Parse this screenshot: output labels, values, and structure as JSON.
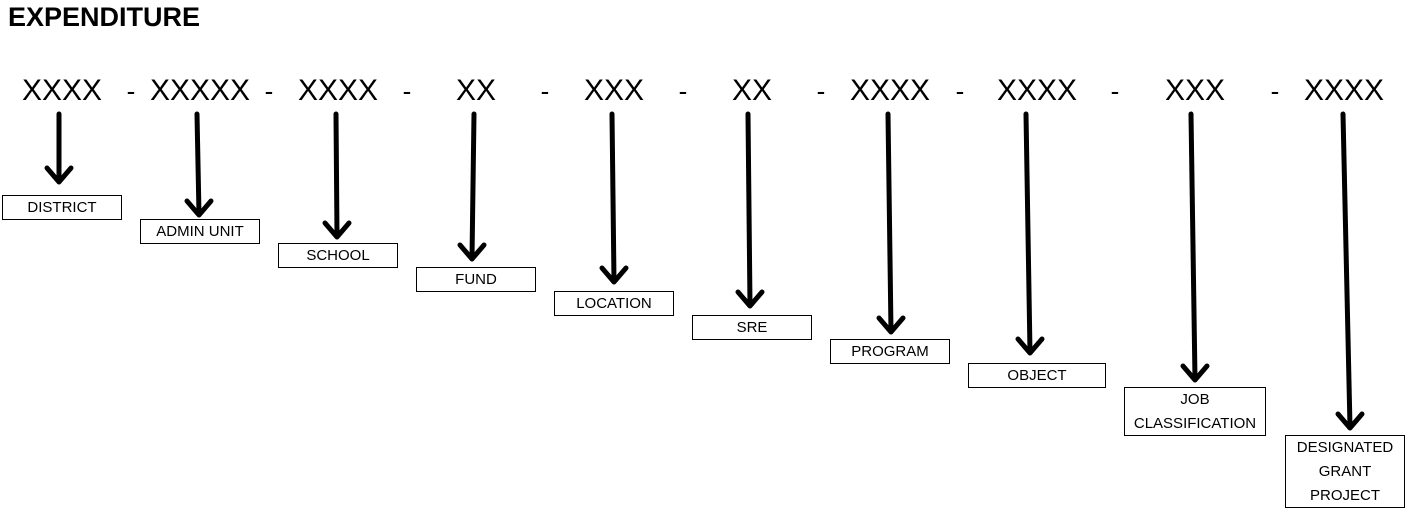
{
  "title": "EXPENDITURE",
  "segments": [
    {
      "code": "XXXX",
      "label": "DISTRICT"
    },
    {
      "code": "XXXXX",
      "label": "ADMIN UNIT"
    },
    {
      "code": "XXXX",
      "label": "SCHOOL"
    },
    {
      "code": "XX",
      "label": "FUND"
    },
    {
      "code": "XXX",
      "label": "LOCATION"
    },
    {
      "code": "XX",
      "label": "SRE"
    },
    {
      "code": "XXXX",
      "label": "PROGRAM"
    },
    {
      "code": "XXXX",
      "label": "OBJECT"
    },
    {
      "code": "XXX",
      "label": "JOB\nCLASSIFICATION"
    },
    {
      "code": "XXXX",
      "label": "DESIGNATED\nGRANT\nPROJECT"
    }
  ],
  "separator": "-"
}
